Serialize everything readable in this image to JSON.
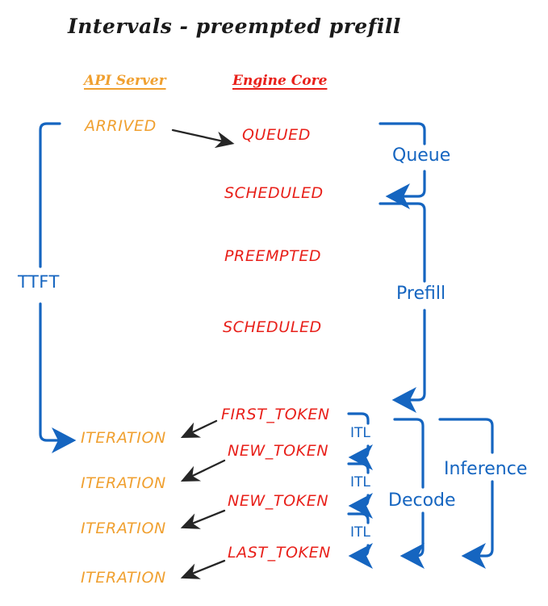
{
  "title": "Intervals - preempted prefill",
  "colors": {
    "api_server": "#F0A030",
    "engine_core": "#E8201A",
    "annotation_blue": "#1565C0",
    "arrow_black": "#222222",
    "background": "#FFFFFF"
  },
  "columns": {
    "api_server": "API Server",
    "engine_core": "Engine Core"
  },
  "api_server_events": [
    {
      "label": "ARRIVED"
    },
    {
      "label": "ITERATION"
    },
    {
      "label": "ITERATION"
    },
    {
      "label": "ITERATION"
    },
    {
      "label": "ITERATION"
    }
  ],
  "engine_core_events": [
    {
      "label": "QUEUED"
    },
    {
      "label": "SCHEDULED"
    },
    {
      "label": "PREEMPTED"
    },
    {
      "label": "SCHEDULED"
    },
    {
      "label": "FIRST_TOKEN"
    },
    {
      "label": "NEW_TOKEN"
    },
    {
      "label": "NEW_TOKEN"
    },
    {
      "label": "LAST_TOKEN"
    }
  ],
  "intervals": {
    "ttft": "TTFT",
    "queue": "Queue",
    "prefill": "Prefill",
    "decode": "Decode",
    "inference": "Inference",
    "itl": [
      "ITL",
      "ITL",
      "ITL"
    ]
  }
}
